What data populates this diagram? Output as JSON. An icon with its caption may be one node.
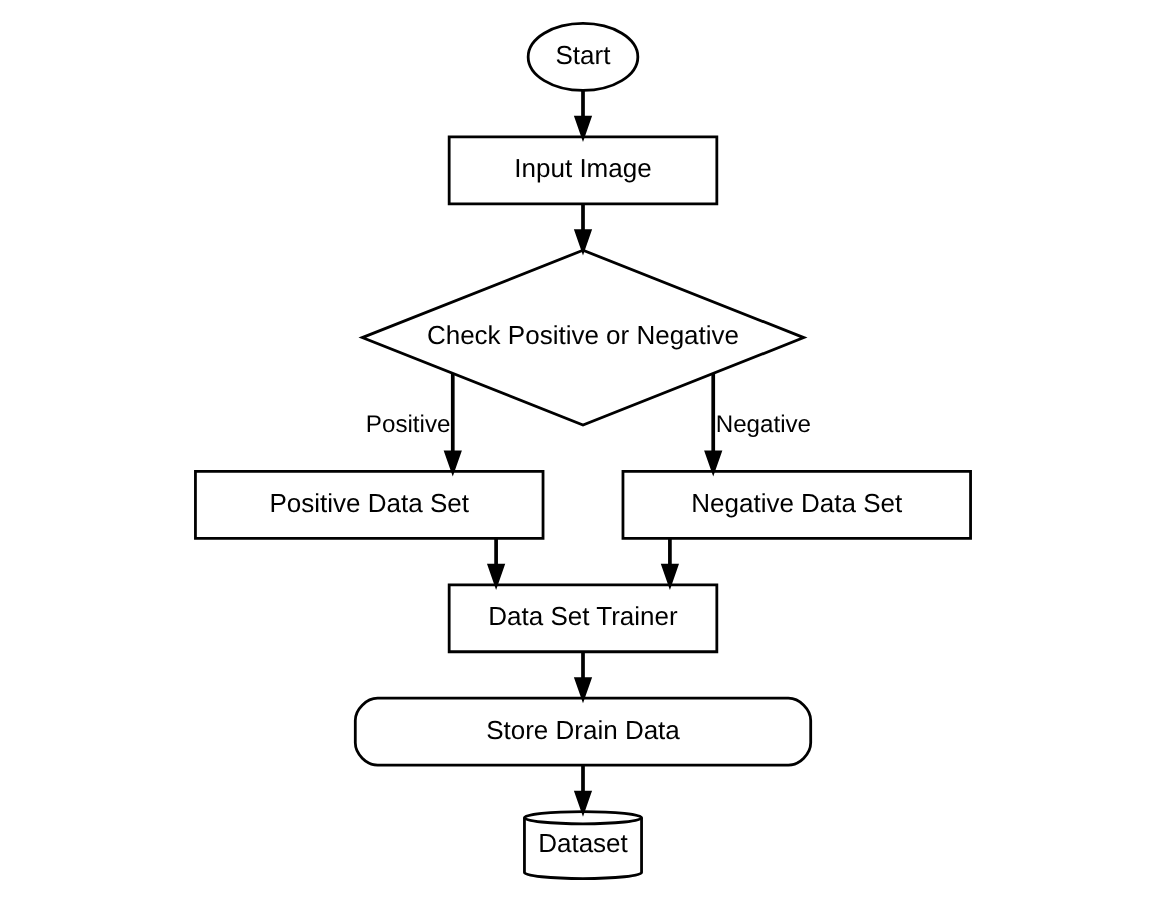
{
  "diagram": {
    "nodes": [
      {
        "text": [
          "Start"
        ]
      },
      {
        "text": [
          "Input Image"
        ]
      },
      {
        "text": [
          "Check Positive or Negative"
        ]
      },
      {
        "text": [
          "Positive Data Set"
        ]
      },
      {
        "text": [
          "Negative Data Set"
        ]
      },
      {
        "text": [
          "Data Set Trainer"
        ]
      },
      {
        "text": [
          "Store Drain Data"
        ]
      },
      {
        "text": [
          "Dataset"
        ]
      }
    ],
    "edges": [
      {
        "from": 0,
        "to": 1,
        "arrow": "to"
      },
      {
        "from": 1,
        "to": 2,
        "arrow": "to"
      },
      {
        "from": 2,
        "to": 3,
        "arrow": "to",
        "label": "Positive"
      },
      {
        "from": 2,
        "to": 4,
        "arrow": "to",
        "label": "Negative"
      },
      {
        "from": 3,
        "to": 5,
        "arrow": "to"
      },
      {
        "from": 4,
        "to": 5,
        "arrow": "to"
      },
      {
        "from": 5,
        "to": 6,
        "arrow": "to"
      },
      {
        "from": 6,
        "to": 7,
        "arrow": "to"
      }
    ]
  }
}
